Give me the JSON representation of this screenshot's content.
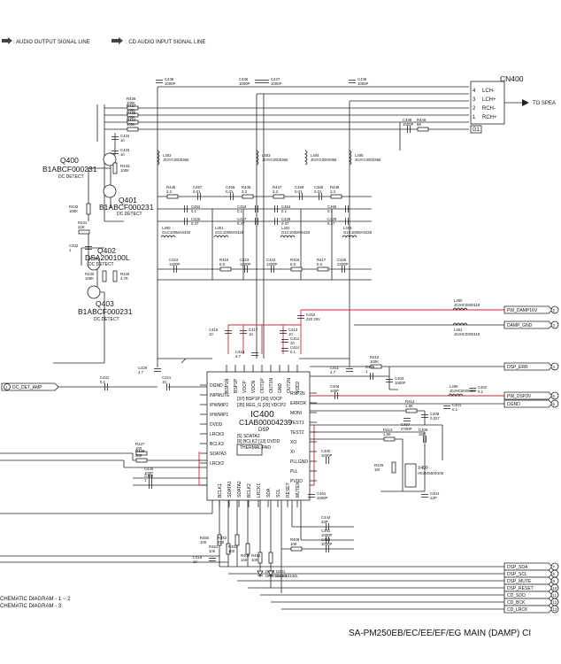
{
  "legend": {
    "audio_output": ": AUDIO OUTPUT SIGNAL LINE",
    "cd_audio_input": ": CD AUDIO INPUT SIGNAL LINE"
  },
  "title": "SA-PM250EB/EC/EE/EF/EG MAIN (DAMP) CI",
  "footer_notes": [
    "CHEMATIC DIAGRAM - 1 ~ 2",
    "CHEMATIC DIAGRAM - 3"
  ],
  "connector": {
    "ref": "CN400",
    "to_speaker": "TO SPEA",
    "pins": [
      {
        "num": "4",
        "label": "LCH-"
      },
      {
        "num": "3",
        "label": "LCH+"
      },
      {
        "num": "2",
        "label": "RCH-"
      },
      {
        "num": "1",
        "label": "RCH+"
      },
      {
        "num": "G1",
        "label": ""
      }
    ]
  },
  "ic": {
    "ref": "IC400",
    "part": "C1AB00004239",
    "func": "DSP",
    "thermal_pad": "THERMAL\nPAD",
    "left_pins": [
      "DGND",
      "INPMUTE",
      "IPWMIP2",
      "IPWMIP1",
      "DVDD",
      "LRCK3",
      "BCLK3",
      "SDATA3",
      "LRCK2"
    ],
    "right_pins": [
      "PVDD",
      "PLL",
      "PLLGND",
      "XI",
      "XO",
      "TEST2",
      "TEST1",
      "MONI",
      "ERROR",
      "RSP2N"
    ],
    "top_pins": [
      "BSP1N",
      "BSP1P",
      "VDCP",
      "VDCN",
      "OUT1P",
      "OUT1N",
      "GND",
      "OUT2N",
      "VDD2"
    ],
    "bottom_pins": [
      "BCLK1",
      "SDATA1",
      "SDATA2",
      "BCLK2",
      "LRCK1",
      "SDA",
      "SCL",
      "RESET",
      "MUTEX"
    ],
    "inner_notes": [
      "[37] BSP1P   [36] VDCP",
      "[35] REG_G   [29] VDCP2",
      "[5] SDATA2",
      "[6] BCLK2   [13] DVDD"
    ]
  },
  "transistors": [
    {
      "ref": "Q400",
      "part": "B1ABCF000231",
      "func": "DC DETECT"
    },
    {
      "ref": "Q401",
      "part": "B1ABCF000231",
      "func": "DC DETECT"
    },
    {
      "ref": "Q402",
      "part": "DSA200100L",
      "func": "DC DETECT"
    },
    {
      "ref": "Q403",
      "part": "B1ABCF000231",
      "func": "DC DETECT"
    }
  ],
  "net_labels": [
    {
      "text": "DC_DET_AMP",
      "pin": "1"
    },
    {
      "text": "PW_DAMP16V",
      "pin": "2"
    },
    {
      "text": "DAMP_GND",
      "pin": "3"
    },
    {
      "text": "DSP_ERR",
      "pin": "4"
    },
    {
      "text": "PW_DSP3V",
      "pin": "5"
    },
    {
      "text": "DGND",
      "pin": "6"
    },
    {
      "text": "DSP_SDA",
      "pin": "7"
    },
    {
      "text": "DSP_SCL",
      "pin": "8"
    },
    {
      "text": "DSP_MUTE",
      "pin": "9"
    },
    {
      "text": "DSP_RESET",
      "pin": "10"
    },
    {
      "text": "CD_SDO",
      "pin": "11"
    },
    {
      "text": "CD_BCK",
      "pin": "12"
    },
    {
      "text": "CD_LRCK",
      "pin": "13"
    }
  ],
  "components": {
    "c438": [
      "C438",
      "1000P"
    ],
    "c436": [
      "C436",
      "1000P"
    ],
    "c437": [
      "C437",
      "1000P"
    ],
    "c435": [
      "C435",
      "1000P"
    ],
    "c439": [
      "C439",
      "1000P"
    ],
    "r449": [
      "R449",
      "68"
    ],
    "r436": [
      "R436",
      "100K"
    ],
    "r437": [
      "R437",
      "100K"
    ],
    "r435": [
      "R435",
      "100K"
    ],
    "r434": [
      "R434",
      "100K"
    ],
    "c434": [
      "C434",
      "10"
    ],
    "c433": [
      "C433",
      "10"
    ],
    "r433": [
      "R433",
      "100K"
    ],
    "r432": [
      "R432",
      "100K"
    ],
    "r431": [
      "R431",
      "22K"
    ],
    "c432": [
      "C432",
      "1"
    ],
    "r430": [
      "R430",
      "100K"
    ],
    "r429": [
      "R429",
      "4.7K"
    ],
    "l402": [
      "L402",
      "J0JYC0000366"
    ],
    "l403": [
      "L403",
      "J0JYC0000366"
    ],
    "l404": [
      "L404",
      "J0JYC0000366"
    ],
    "l405": [
      "L405",
      "J0JYC0000366"
    ],
    "r445": [
      "R445",
      "3.3"
    ],
    "c457": [
      "C457",
      "0.01"
    ],
    "c456": [
      "C456",
      "0.01"
    ],
    "r446": [
      "R446",
      "3.3"
    ],
    "r447": [
      "R447",
      "3.3"
    ],
    "c459": [
      "C459",
      "0.01"
    ],
    "c460": [
      "C460",
      "0.01"
    ],
    "r448": [
      "R448",
      "3.3"
    ],
    "c452": [
      "C452",
      "0.1"
    ],
    "c453": [
      "C453",
      "0.1"
    ],
    "c454": [
      "C454",
      "0.1"
    ],
    "c455": [
      "C455",
      "0.1"
    ],
    "c426": [
      "C426",
      "0.47"
    ],
    "c427": [
      "C427",
      "0.47"
    ],
    "c428": [
      "C428",
      "0.47"
    ],
    "c429": [
      "C429",
      "0.47"
    ],
    "l400": [
      "L400",
      "G1C100MA0428"
    ],
    "l401": [
      "L401",
      "G1C100MA0428"
    ],
    "l402b": [
      "L402",
      "G1C100MA0428"
    ],
    "l403b": [
      "L403",
      "G1C100MA0428"
    ],
    "c424": [
      "C424",
      "1200P"
    ],
    "r419": [
      "R419",
      "5.6"
    ],
    "c423": [
      "C423",
      "1200P"
    ],
    "r420": [
      "R420",
      "5.6"
    ],
    "c422": [
      "C422",
      "1200P"
    ],
    "r418": [
      "R418",
      "5.6"
    ],
    "r417": [
      "R417",
      "5.6"
    ],
    "c425": [
      "C425",
      "1200P"
    ],
    "l400b": [
      "L400",
      "J0JHC0000118"
    ],
    "l401b": [
      "L401",
      "J0JHC0000118"
    ],
    "c410": [
      "C410",
      "220 25V"
    ],
    "c415": [
      "C415",
      "10"
    ],
    "c417": [
      "C417",
      "10"
    ],
    "c416": [
      "C416",
      "4.7"
    ],
    "c413": [
      "C413",
      "10"
    ],
    "c412": [
      "C412",
      "10"
    ],
    "c414": [
      "C414",
      "0.1"
    ],
    "c420": [
      "C420",
      "4.7"
    ],
    "c421": [
      "C421",
      "10"
    ],
    "c431": [
      "C431",
      "0.1"
    ],
    "c411": [
      "C411",
      "4.7"
    ],
    "r410": [
      "R410",
      "100K"
    ],
    "c409": [
      "C409",
      "1"
    ],
    "c403": [
      "C403",
      "1000P"
    ],
    "c406": [
      "C406",
      "100P"
    ],
    "l406": [
      "L406",
      "J0JHC0000300"
    ],
    "c402": [
      "C402",
      "0.1"
    ],
    "r414": [
      "R414",
      "1.5K"
    ],
    "c407": [
      "C407",
      "2700P"
    ],
    "c408": [
      "C408",
      "0.027"
    ],
    "c401": [
      "C401",
      "0.1"
    ],
    "r413": [
      "R413",
      "1.5K"
    ],
    "c405": [
      "C405",
      "15P"
    ],
    "x400": [
      "X400",
      "H0J245500105"
    ],
    "r426": [
      "R426",
      "1M"
    ],
    "c404": [
      "C404",
      "12P"
    ],
    "r427": [
      "R427",
      "100"
    ],
    "r428": [
      "R428",
      "200"
    ],
    "c430": [
      "C430",
      "100P"
    ],
    "c450": [
      "C450",
      "1"
    ],
    "c400": [
      "C400",
      "1000P"
    ],
    "c461": [
      "C461",
      "1000P"
    ],
    "c444": [
      "C444",
      "33P"
    ],
    "c451": [
      "C451",
      "1000P"
    ],
    "c464": [
      "C464",
      "1000P"
    ],
    "r450": [
      "R450",
      "100"
    ],
    "r451": [
      "R451",
      "100"
    ],
    "r452": [
      "R452",
      "220"
    ],
    "r453": [
      "R453",
      "100"
    ],
    "r408": [
      "R408",
      "100"
    ],
    "r409": [
      "R409",
      "100"
    ],
    "r454": [
      "R454",
      "100"
    ],
    "c419": [
      "C419",
      "10"
    ],
    "d400": [
      "D400",
      "DA2J10100L"
    ],
    "d401": [
      "D401",
      "DA2J10100L"
    ]
  }
}
